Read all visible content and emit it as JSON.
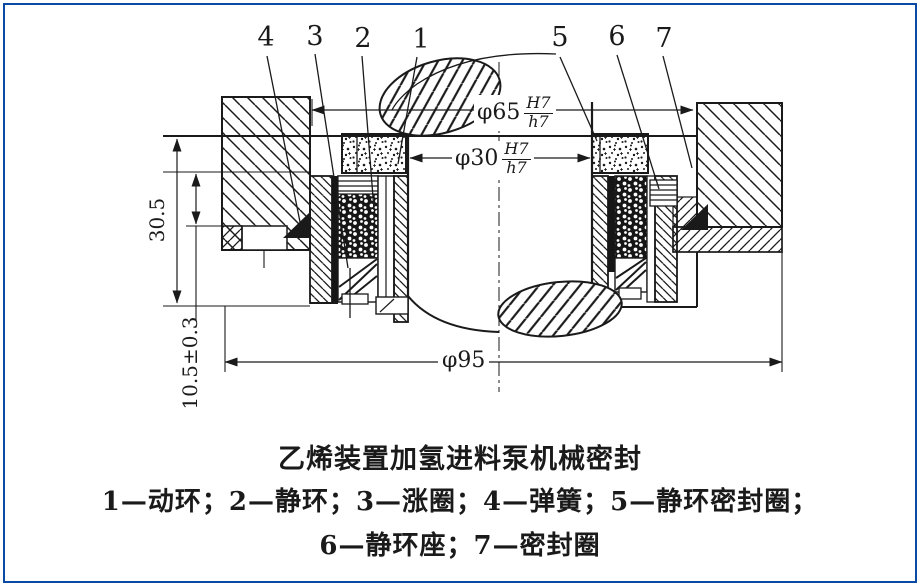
{
  "colors": {
    "frame": "#0b4aa2",
    "ink": "#1a1a1a",
    "paper": "#ffffff"
  },
  "figure": {
    "callouts": [
      "4",
      "3",
      "2",
      "1",
      "5",
      "6",
      "7"
    ],
    "dims": {
      "d65": {
        "value": "φ65",
        "upper": "H7",
        "lower": "h7"
      },
      "d30": {
        "value": "φ30",
        "upper": "H7",
        "lower": "h7"
      },
      "d95": "φ95",
      "height": "30.5",
      "depth": "10.5±0.3"
    },
    "caption": {
      "title": "乙烯装置加氢进料泵机械密封",
      "legend_line1": "1—动环；2—静环；3—涨圈；4—弹簧；5—静环密封圈；",
      "legend_line2": "6—静环座；7—密封圈"
    }
  }
}
